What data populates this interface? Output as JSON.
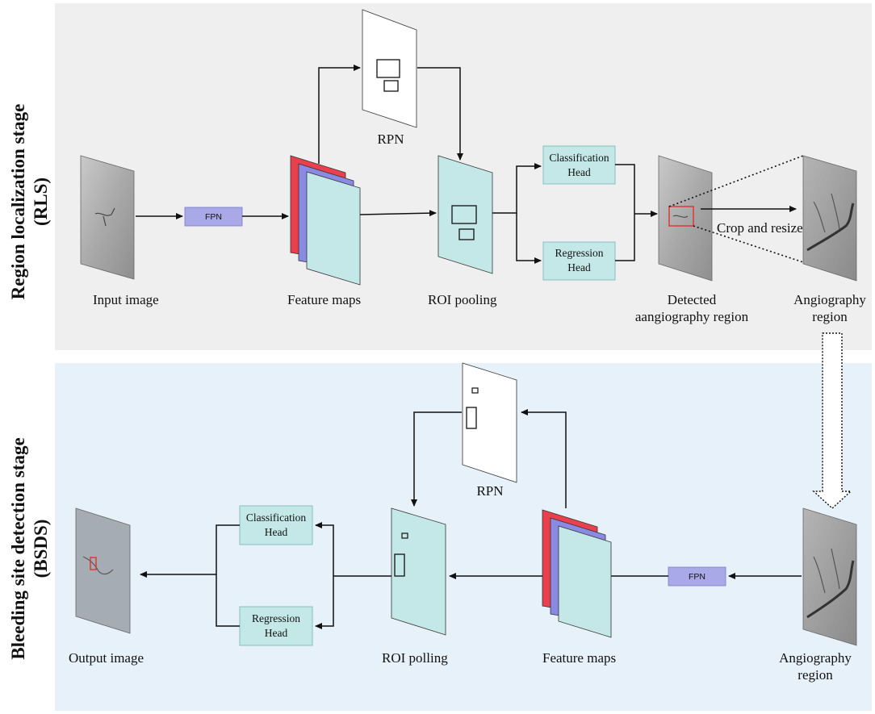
{
  "stages": {
    "rls": {
      "line1": "Region localization stage",
      "line2": "(RLS)"
    },
    "bsds": {
      "line1": "Bleeding site detection stage",
      "line2": "(BSDS)"
    }
  },
  "rls": {
    "input_label": "Input image",
    "fpn": "FPN",
    "feature_maps_label": "Feature maps",
    "rpn_label": "RPN",
    "roi_label": "ROI pooling",
    "cls_head": [
      "Classification",
      "Head"
    ],
    "reg_head": [
      "Regression",
      "Head"
    ],
    "detected_label": [
      "Detected",
      "aangiography region"
    ],
    "crop_label": "Crop and resize",
    "angio_label": [
      "Angiography",
      "region"
    ]
  },
  "bsds": {
    "output_label": "Output image",
    "cls_head": [
      "Classification",
      "Head"
    ],
    "reg_head": [
      "Regression",
      "Head"
    ],
    "roi_label": "ROI polling",
    "rpn_label": "RPN",
    "feature_maps_label": "Feature maps",
    "fpn": "FPN",
    "angio_label": [
      "Angiography",
      "region"
    ]
  },
  "colors": {
    "rls_bg": "#efefef",
    "bsds_bg": "#e6f1f9",
    "teal": "#c4e8e8",
    "fpn": "#a9a9e8",
    "red_map": "#e8414d",
    "blue_map": "#8a8ae2",
    "highlight": "#e23030"
  }
}
